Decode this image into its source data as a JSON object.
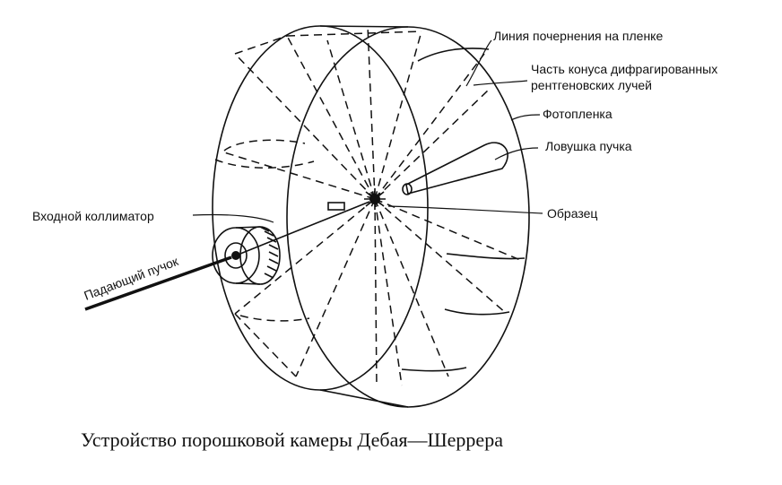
{
  "labels": {
    "blackening_line": "Линия почернения на пленке",
    "cone_line1": "Часть конуса дифрагированных",
    "cone_line2": "рентгеновских лучей",
    "film": "Фотопленка",
    "beam_trap": "Ловушка пучка",
    "entrance_collimator": "Входной коллиматор",
    "sample": "Образец",
    "incident_beam": "Падающий пучок"
  },
  "caption": "Устройство порошковой камеры Дебая—Шеррера"
}
